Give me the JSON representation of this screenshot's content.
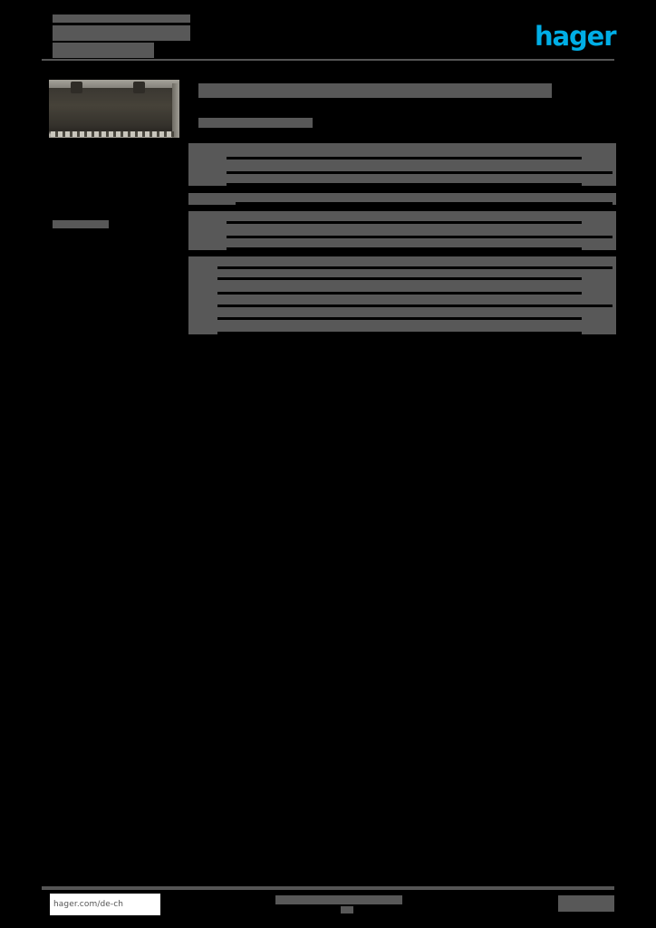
{
  "document": {
    "type": "product-datasheet",
    "brand_label": "hager",
    "brand_color": "#00aee6",
    "page_background": "#000000",
    "redaction_color": "#585858",
    "header": {
      "eyebrow": "",
      "title_line_1": "",
      "title_line_2": ""
    },
    "main": {
      "product_title": "",
      "product_subtitle": ""
    },
    "left_column": {
      "meta_label": ""
    },
    "product_image": {
      "alt": "dark metallic busbar mounting rail component"
    },
    "spec_table": {
      "rows": [
        {
          "label": "",
          "value": "",
          "band": true,
          "height": 18
        },
        {
          "label": "",
          "value": "",
          "band": true,
          "height": 16
        },
        {
          "label": "",
          "value": "",
          "band": true,
          "height": 13
        },
        {
          "label": "",
          "value": "",
          "band": false,
          "height": 8
        },
        {
          "label": "",
          "value": "",
          "band": true,
          "height": 13
        },
        {
          "label": "",
          "value": "",
          "band": false,
          "height": 7
        },
        {
          "label": "",
          "value": "",
          "band": true,
          "height": 14
        },
        {
          "label": "",
          "value": "",
          "band": true,
          "height": 16
        },
        {
          "label": "",
          "value": "",
          "band": true,
          "height": 13
        },
        {
          "label": "",
          "value": "",
          "band": false,
          "height": 7
        },
        {
          "label": "",
          "value": "",
          "band": true,
          "height": 14
        },
        {
          "label": "",
          "value": "",
          "band": true,
          "height": 12
        },
        {
          "label": "",
          "value": "",
          "band": true,
          "height": 16
        },
        {
          "label": "",
          "value": "",
          "band": true,
          "height": 14
        },
        {
          "label": "",
          "value": "",
          "band": true,
          "height": 14
        },
        {
          "label": "",
          "value": "",
          "band": true,
          "height": 16
        }
      ]
    },
    "footer": {
      "url": "hager.com/de-ch",
      "center_note": "",
      "center_note_2": "",
      "page_number": ""
    }
  }
}
